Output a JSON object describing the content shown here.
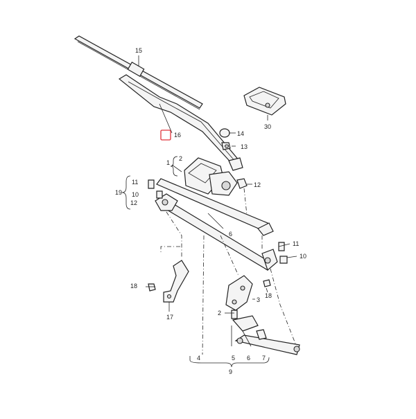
{
  "diagram": {
    "highlight_color": "#e0333a",
    "labels": {
      "l15": "15",
      "l16": "16",
      "l14": "14",
      "l13": "13",
      "l30": "30",
      "l1": "1",
      "l2a": "2",
      "l12a": "12",
      "l11a": "11",
      "l10a": "10",
      "l12b": "12",
      "l19": "19",
      "l6a": "6",
      "l11b": "11",
      "l10b": "10",
      "l18a": "18",
      "l18b": "18",
      "l17": "17",
      "l3": "3",
      "l2b": "2",
      "l4": "4",
      "l5": "5",
      "l6b": "6",
      "l7": "7",
      "l9": "9"
    }
  }
}
